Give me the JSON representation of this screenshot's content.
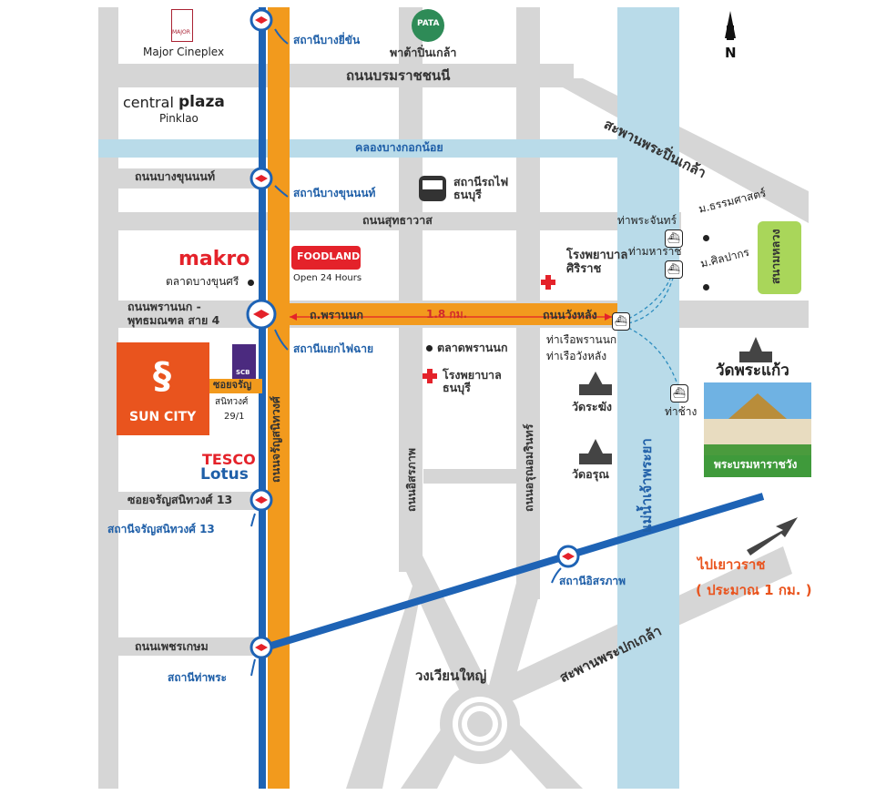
{
  "colors": {
    "road": "#d6d6d6",
    "river": "#b9dbe9",
    "canal": "#b9dbe9",
    "orange_road": "#f29a1d",
    "mrt_blue": "#1e63b5",
    "suncity": "#e9541e",
    "park": "#a9d65a"
  },
  "north": {
    "letter": "N"
  },
  "landmarks": {
    "major": "Major Cineplex",
    "major_logo": "MAJOR",
    "pata": "พาต้าปิ่นเกล้า",
    "pata_logo": "PATA",
    "central_a": "central",
    "central_b": "plaza",
    "central_c": "Pinklao",
    "makro": "makro",
    "foodland": "FOODLAND",
    "foodland_sub": "Open 24 Hours",
    "suncity": "SUN CITY",
    "scb": "SCB",
    "tesco": "TESCO",
    "lotus": "Lotus",
    "train_station": "สถานีรถไฟ\nธนบุรี",
    "siriraj": "โรงพยาบาล\nศิริราช",
    "thonburi_hosp": "โรงพยาบาล\nธนบุรี",
    "bangkhunsri_market": "ตลาดบางขุนศรี",
    "pranok_market": "ตลาดพรานนก",
    "wat_rakang": "วัดระฆัง",
    "wat_arun": "วัดอรุณ",
    "wat_phrakaew": "วัดพระแก้ว",
    "grand_palace": "พระบรมหาราชวัง",
    "sanam_luang": "สนามหลวง",
    "thammasat": "ม.ธรรมศาสตร์",
    "silpakorn": "ม.ศิลปากร",
    "roundabout": "วงเวียนใหญ่",
    "yaowarat": "ไปเยาวราช",
    "yaowarat_dist": "( ประมาณ 1 กม. )"
  },
  "roads": {
    "borommaratchachonnani": "ถนนบรมราชชนนี",
    "bangkoknoi_canal": "คลองบางกอกน้อย",
    "bangkhunnon": "ถนนบางขุนนนท์",
    "sutthawat": "ถนนสุทธาวาส",
    "pranok_phutthamonthon_a": "ถนนพรานนก -",
    "pranok_phutthamonthon_b": "พุทธมณฑล สาย 4",
    "pranok": "ถ.พรานนก",
    "distance": "1.8 กม.",
    "wanglang": "ถนนวังหลัง",
    "soi_charan_a": "ซอยจรัญ",
    "soi_charan_b": "สนิทวงศ์",
    "soi_charan_c": "29/1",
    "charan_13": "ซอยจรัญสนิทวงศ์ 13",
    "phetkasem": "ถนนเพชรเกษม",
    "charansanitwong": "ถนนจรัญสนิทวงศ์",
    "itsaraphap": "ถนนอิสรภาพ",
    "arun_amarin": "ถนนอรุณอมรินทร์",
    "pinklao_bridge": "สะพานพระปิ่นเกล้า",
    "pokklao_bridge": "สะพานพระปกเกล้า",
    "chao_phraya": "แม่น้ำเจ้าพระยา"
  },
  "stations": {
    "bang_yi_khan": "สถานีบางยี่ขัน",
    "bang_khun_non": "สถานีบางขุนนนท์",
    "yaek_fai_chai": "สถานีแยกไฟฉาย",
    "charan_13": "สถานีจรัญสนิทวงศ์ 13",
    "tha_phra": "สถานีท่าพระ",
    "itsaraphap": "สถานีอิสรภาพ"
  },
  "piers": {
    "phra_chan": "ท่าพระจันทร์",
    "maharaj": "ท่ามหาราช",
    "wang_lang_a": "ท่าเรือพรานนก",
    "wang_lang_b": "ท่าเรือวังหลัง",
    "tha_chang": "ท่าช้าง"
  }
}
